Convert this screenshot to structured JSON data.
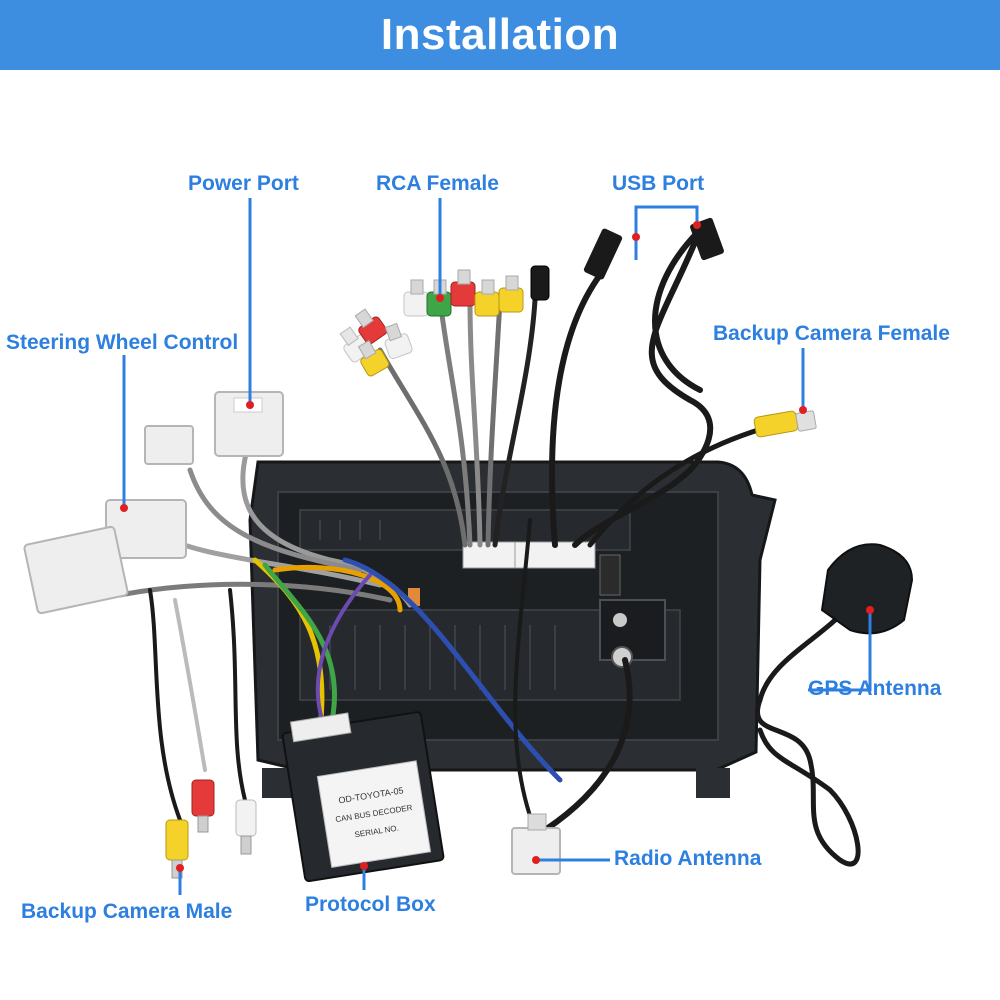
{
  "header": {
    "title": "Installation"
  },
  "labels": {
    "power_port": "Power Port",
    "rca_female": "RCA Female",
    "usb_port": "USB Port",
    "steering_wheel_control": "Steering Wheel Control",
    "backup_camera_female": "Backup Camera Female",
    "gps_antenna": "GPS Antenna",
    "radio_antenna": "Radio Antenna",
    "protocol_box": "Protocol Box",
    "backup_camera_male": "Backup Camera Male"
  },
  "protocol_box_print": {
    "line1": "OD-TOYOTA-05",
    "line2": "CAN BUS DECODER",
    "line3": "SERIAL NO."
  },
  "colors": {
    "banner": "#3d8de0",
    "label_text": "#2d7fe0",
    "leader_line": "#2d7fe0",
    "marker": "#e02020"
  }
}
